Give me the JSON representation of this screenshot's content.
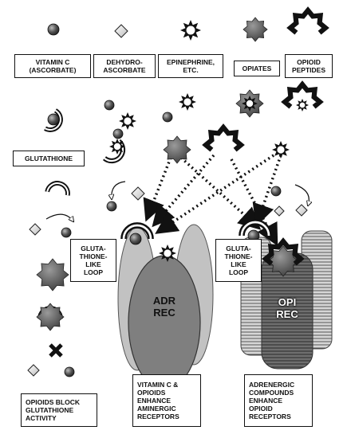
{
  "legend": {
    "vitamin_c": "VITAMIN C\n(ASCORBATE)",
    "dehydroascorbate": "DEHYDRO-\nASCORBATE",
    "epinephrine": "EPINEPHRINE,\nETC.",
    "opiates": "OPIATES",
    "opioid_peptides": "OPIOID\nPEPTIDES"
  },
  "glutathione_label": "GLUTATHIONE",
  "loop_left": "GLUTA-\nTHIONE-\nLIKE\nLOOP",
  "loop_right": "GLUTA-\nTHIONE-\nLIKE\nLOOP",
  "receptors": {
    "adr": "ADR\nREC",
    "opi": "OPI\nREC"
  },
  "captions": {
    "opioids_block": "OPIOIDS BLOCK\nGLUTATHIONE\nACTIVITY",
    "vitc_opioids": "VITAMIN C &\nOPIOIDS\nENHANCE\nAMINERGIC\nRECEPTORS",
    "adrenergic": "ADRENERGIC\nCOMPOUNDS\nENHANCE\nOPIOID\nRECEPTORS"
  },
  "colors": {
    "vitamin_c": "#4a4a4a",
    "opiate": "#5e5e5e",
    "adr_outer": "#b9b9b9",
    "adr_inner": "#7d7d7d",
    "opi_hatch": "#8a8a8a",
    "line": "#111111"
  },
  "icons": [
    "sphere-icon",
    "diamond-icon",
    "star-icon",
    "octagram-icon",
    "opioid-peptide-icon",
    "glutathione-cup-icon",
    "curved-arrow-icon",
    "x-mark-icon",
    "dotted-arrow-icon"
  ]
}
